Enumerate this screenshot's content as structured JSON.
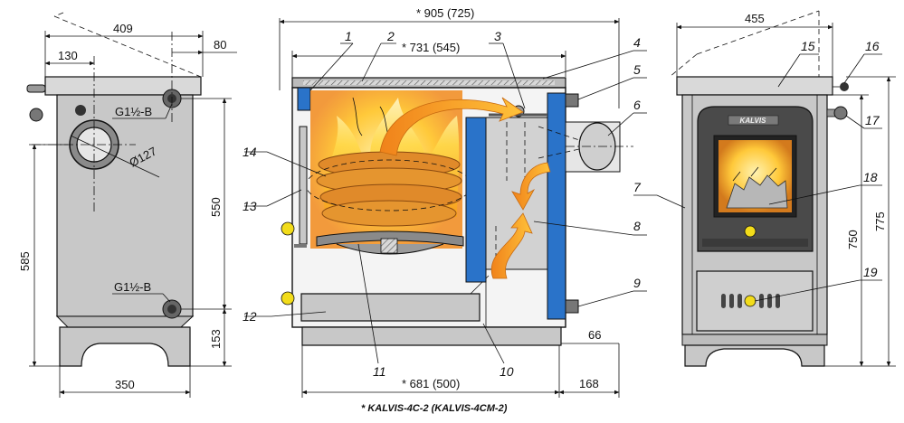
{
  "colors": {
    "body_fill": "#c8c8c8",
    "body_dark": "#a8a8a8",
    "top_plate": "#d9d9d9",
    "water_jacket": "#2a73c9",
    "flame_orange": "#f08a1f",
    "flame_yellow": "#ffd23a",
    "wood": "#e0892a",
    "knob": "#f2dc1a",
    "pipe": "#555555",
    "line": "#111111"
  },
  "side_view_left": {
    "dim_top_width": "409",
    "dim_top_offset": "80",
    "dim_flue_offset": "130",
    "label_upper_connection": "G1½-B",
    "label_lower_connection": "G1½-B",
    "label_flue_diameter": "Ø127",
    "dim_height_connections": "550",
    "dim_height_flue": "585",
    "dim_bottom_connection": "153",
    "dim_base_width": "350"
  },
  "section_view": {
    "dim_total_width": "* 905 (725)",
    "dim_inner_width": "* 731 (545)",
    "dim_base_width": "* 681 (500)",
    "dim_right_offset": "66",
    "dim_right_depth": "168",
    "footnote": "*  KALVIS-4C-2  (KALVIS-4CM-2)"
  },
  "front_view": {
    "dim_width": "455",
    "brand_plate": "KALVIS",
    "dim_height_body": "750",
    "dim_height_total": "775"
  },
  "callouts": [
    "1",
    "2",
    "3",
    "4",
    "5",
    "6",
    "7",
    "8",
    "9",
    "10",
    "11",
    "12",
    "13",
    "14",
    "15",
    "16",
    "17",
    "18",
    "19"
  ]
}
